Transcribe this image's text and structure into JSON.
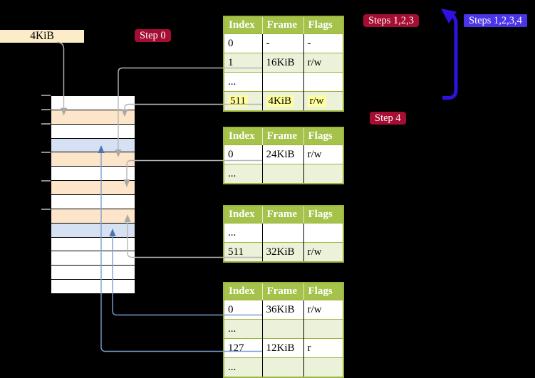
{
  "labels": {
    "frame_size": "4KiB",
    "step0": "Step 0",
    "steps_123": "Steps 1,2,3",
    "steps_1234": "Steps 1,2,3,4",
    "step4": "Step 4"
  },
  "page_tables": [
    {
      "headers": [
        "Index",
        "Frame",
        "Flags"
      ],
      "rows": [
        [
          "0",
          "-",
          "-"
        ],
        [
          "1",
          "16KiB",
          "r/w"
        ],
        [
          "...",
          "",
          ""
        ],
        [
          "511",
          "4KiB",
          "r/w"
        ]
      ],
      "highlighted_row_index": 3
    },
    {
      "headers": [
        "Index",
        "Frame",
        "Flags"
      ],
      "rows": [
        [
          "0",
          "24KiB",
          "r/w"
        ],
        [
          "...",
          "",
          ""
        ]
      ]
    },
    {
      "headers": [
        "Index",
        "Frame",
        "Flags"
      ],
      "rows": [
        [
          "...",
          "",
          ""
        ],
        [
          "511",
          "32KiB",
          "r/w"
        ]
      ]
    },
    {
      "headers": [
        "Index",
        "Frame",
        "Flags"
      ],
      "rows": [
        [
          "0",
          "36KiB",
          "r/w"
        ],
        [
          "...",
          "",
          ""
        ],
        [
          "127",
          "12KiB",
          "r"
        ],
        [
          "...",
          "",
          ""
        ]
      ]
    }
  ],
  "memory_map": {
    "row_colors": [
      "white",
      "peach",
      "white",
      "blue",
      "peach",
      "white",
      "peach",
      "white",
      "peach",
      "blue",
      "white",
      "white",
      "white",
      "white"
    ]
  },
  "connections": [
    {
      "from": "frame-size-label",
      "to": "memory-row-2"
    },
    {
      "from": "table1-row-511",
      "to": "memory-row-2"
    },
    {
      "from": "table1-row-1",
      "to": "memory-row-5"
    },
    {
      "from": "table2-row-0",
      "to": "memory-row-7"
    },
    {
      "from": "table3-row-511",
      "to": "memory-row-9"
    },
    {
      "from": "table4-row-0",
      "to": "memory-row-10"
    },
    {
      "from": "table4-row-127",
      "to": "memory-row-4"
    },
    {
      "from": "table1-highlighted-row",
      "to": "steps-badges",
      "style": "big-blue-arrow"
    }
  ],
  "colors": {
    "table_header_green": "#a5c24a",
    "table_border_green": "#9cb53c",
    "table_row_green": "#ecf1da",
    "highlight_yellow": "#ffff9e",
    "badge_red": "#a50d33",
    "badge_blue": "#4a36e8",
    "memory_peach": "#fce5c8",
    "memory_blue": "#d6e2f4",
    "frame_label_tan": "#fcecc8",
    "connector_gray": "#b6b6b6",
    "connector_blue": "#7e9fcf",
    "big_arrow_blue": "#2d12e0"
  }
}
